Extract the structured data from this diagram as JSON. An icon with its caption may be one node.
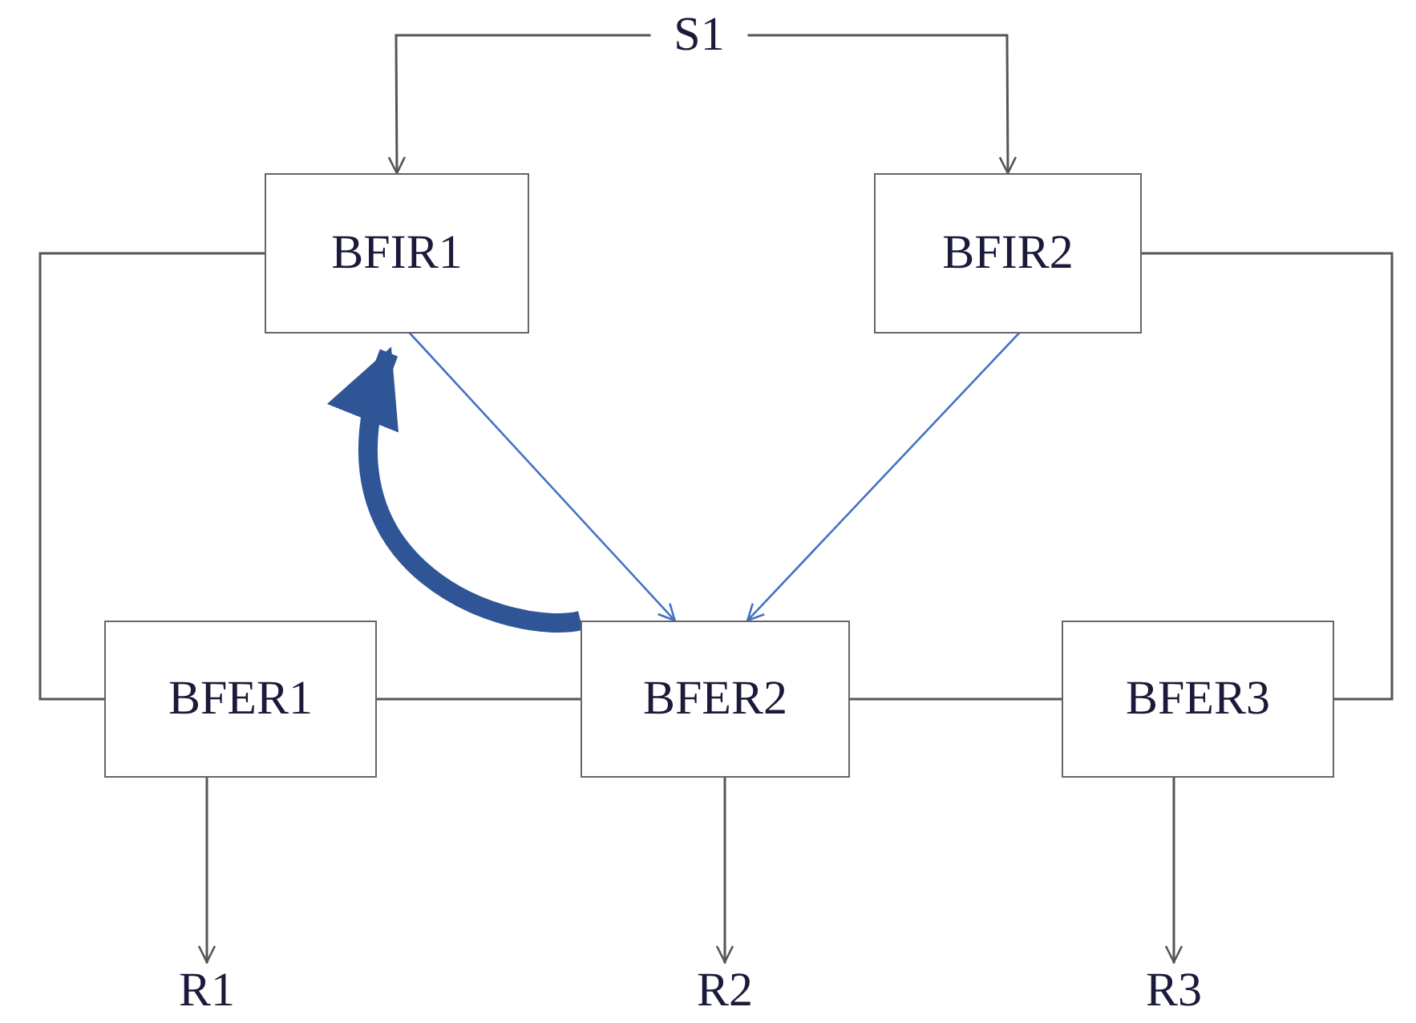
{
  "diagram": {
    "nodes": [
      {
        "text": [
          "S1"
        ]
      },
      {
        "text": [
          "BFIR1"
        ]
      },
      {
        "text": [
          "BFIR2"
        ]
      },
      {
        "text": [
          "BFER1"
        ]
      },
      {
        "text": [
          "BFER2"
        ]
      },
      {
        "text": [
          "BFER3"
        ]
      },
      {
        "text": [
          "R1"
        ]
      },
      {
        "text": [
          "R2"
        ]
      },
      {
        "text": [
          "R3"
        ]
      }
    ],
    "edges": [
      {
        "from": 0,
        "to": 1,
        "arrow": "to"
      },
      {
        "from": 0,
        "to": 2,
        "arrow": "to"
      },
      {
        "from": 1,
        "to": 3,
        "arrow": "none"
      },
      {
        "from": 2,
        "to": 5,
        "arrow": "none"
      },
      {
        "from": 3,
        "to": 4,
        "arrow": "none"
      },
      {
        "from": 4,
        "to": 5,
        "arrow": "none"
      },
      {
        "from": 1,
        "to": 4,
        "arrow": "to",
        "color": "#4472c4"
      },
      {
        "from": 2,
        "to": 4,
        "arrow": "to",
        "color": "#4472c4"
      },
      {
        "from": 4,
        "to": 1,
        "arrow": "to",
        "style": "thick",
        "color": "#2f5597"
      },
      {
        "from": 3,
        "to": 6,
        "arrow": "to"
      },
      {
        "from": 4,
        "to": 7,
        "arrow": "to"
      },
      {
        "from": 5,
        "to": 8,
        "arrow": "to"
      }
    ]
  }
}
